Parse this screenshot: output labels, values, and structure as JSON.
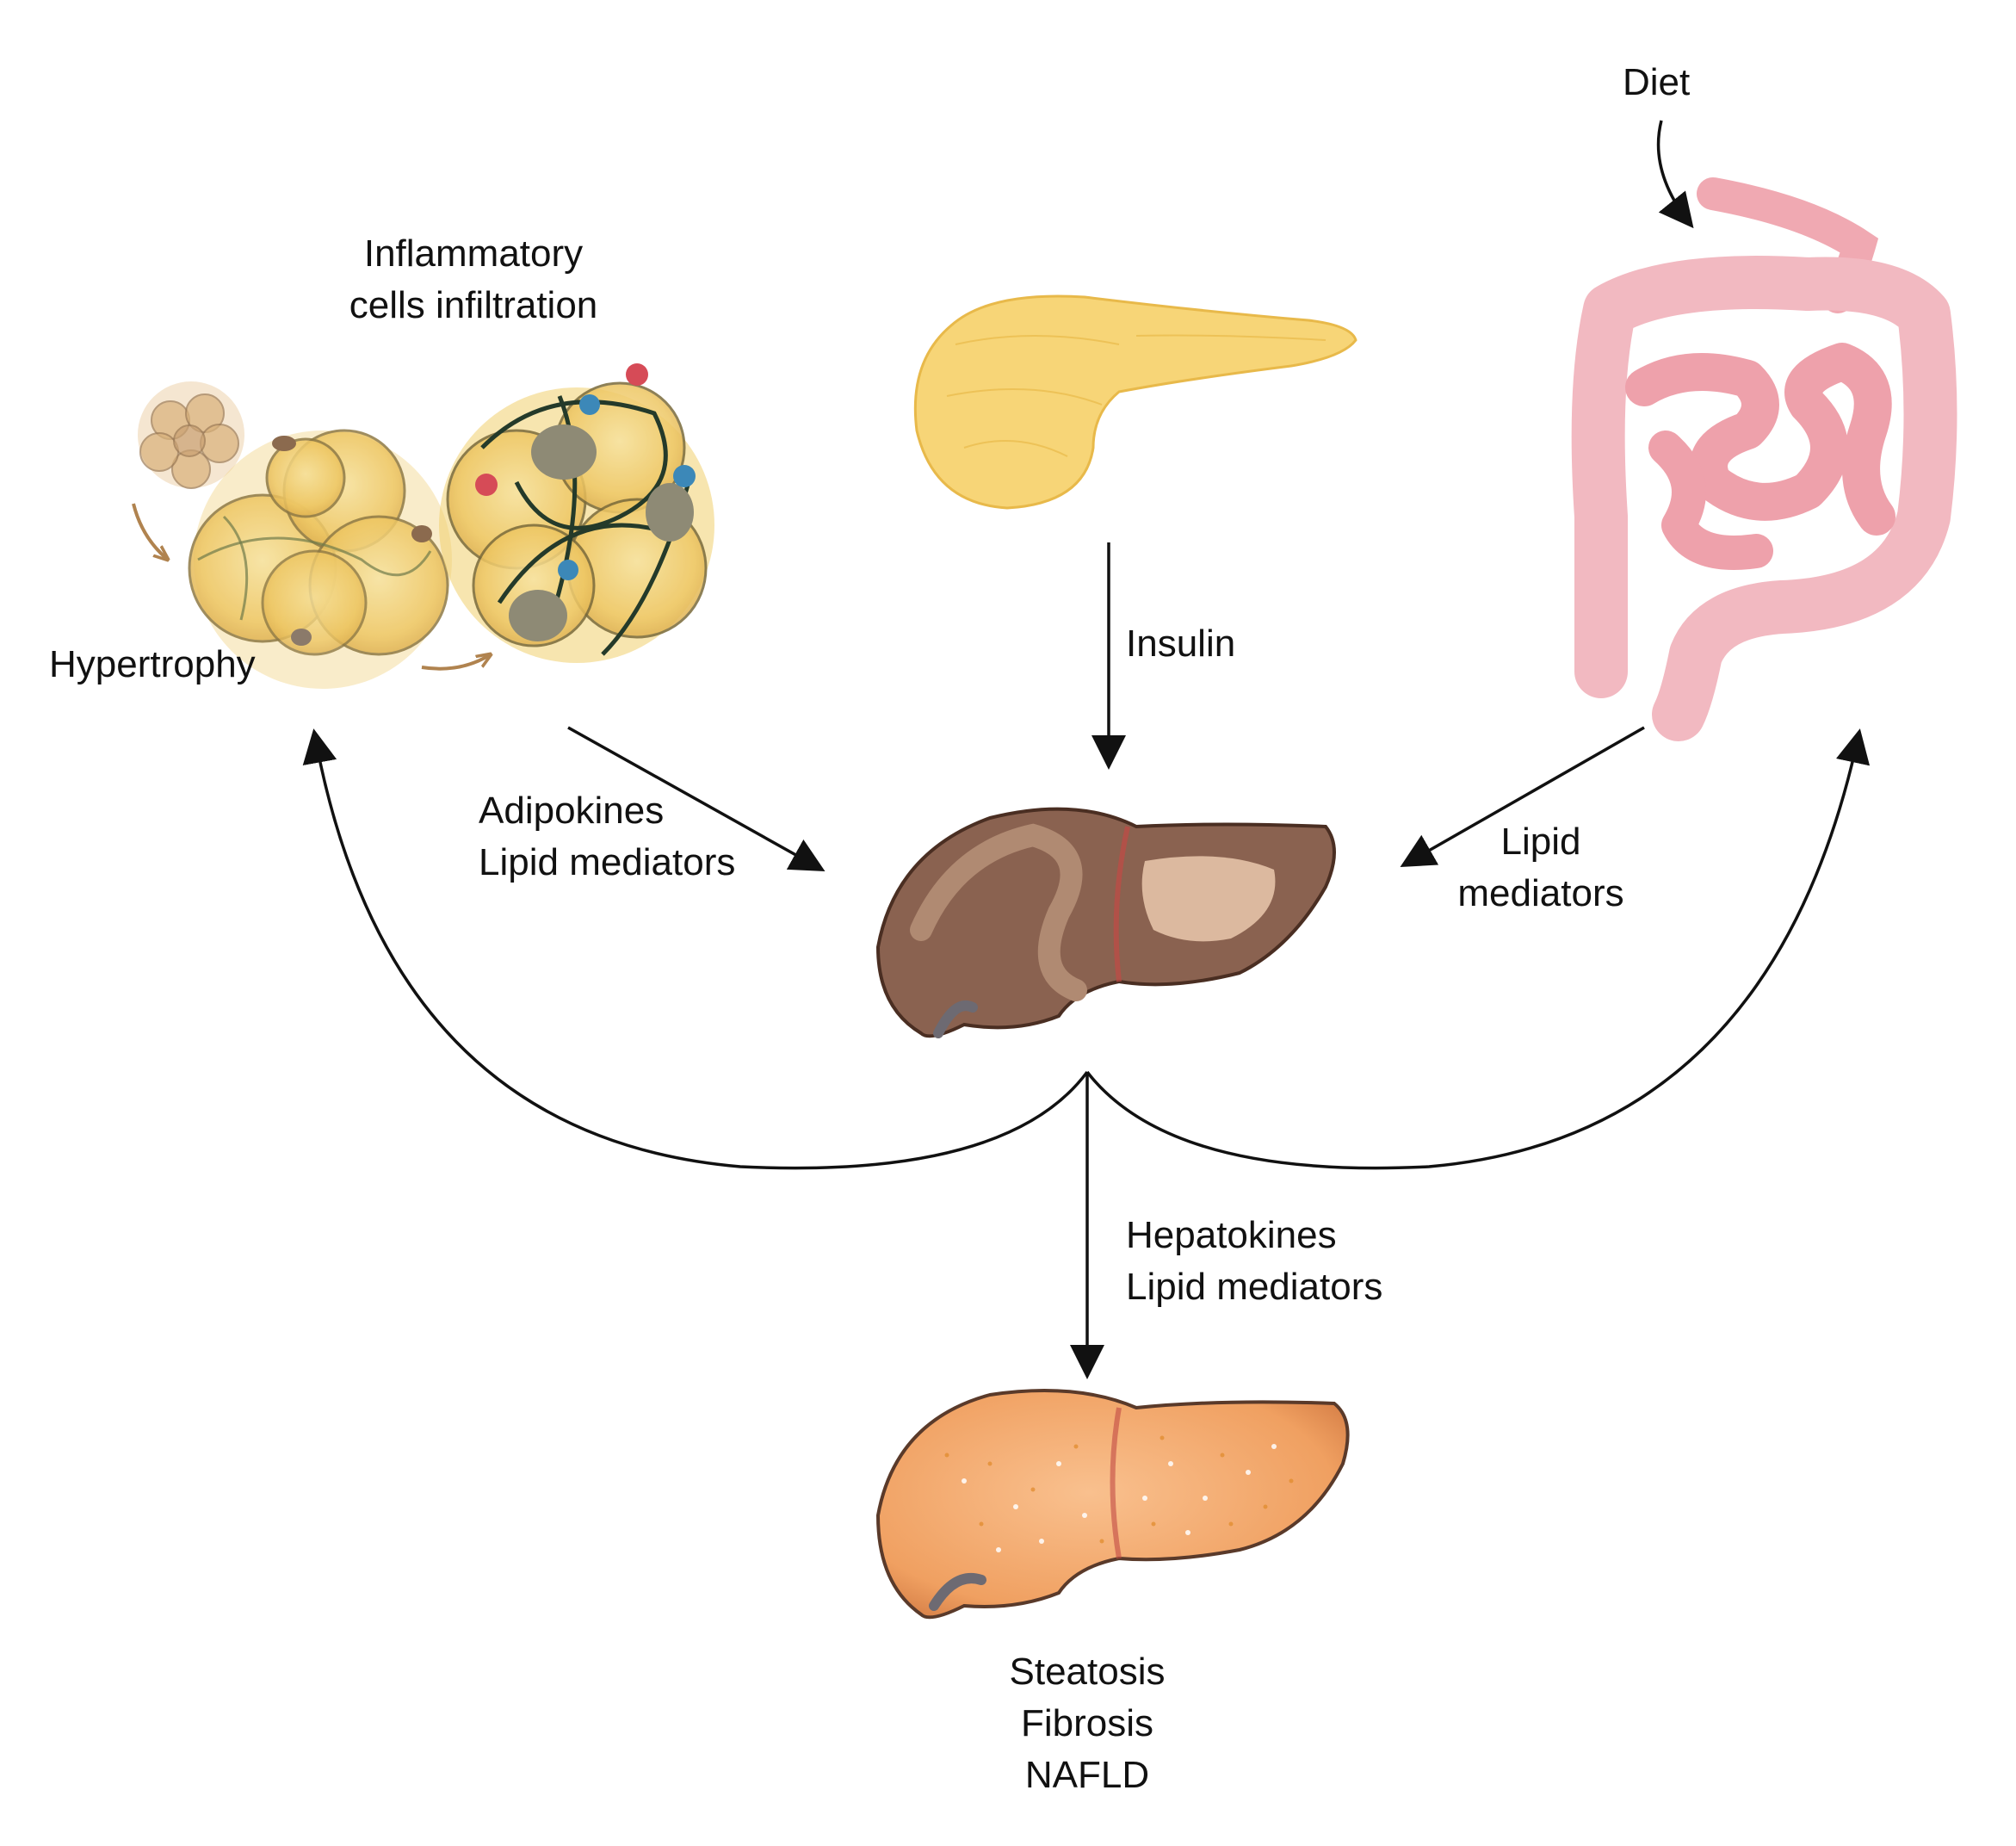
{
  "labels": {
    "diet": "Diet",
    "inflammatory": [
      "Inflammatory",
      "cells infiltration"
    ],
    "hypertrophy": "Hypertrophy",
    "insulin": "Insulin",
    "adipokines": [
      "Adipokines",
      "Lipid mediators"
    ],
    "gut_lipid": [
      "Lipid",
      "mediators"
    ],
    "hepatokines": [
      "Hepatokines",
      "Lipid mediators"
    ],
    "outcomes": [
      "Steatosis",
      "Fibrosis",
      "NAFLD"
    ]
  },
  "organs": {
    "adipose_small": "adipose-cluster-small",
    "adipose_hypertrophic": "adipose-tissue-hypertrophic",
    "adipose_inflamed": "adipose-tissue-inflamed",
    "pancreas": "pancreas",
    "intestine": "intestine",
    "liver_healthy": "liver",
    "liver_fatty": "fatty-liver"
  },
  "colors": {
    "arrow": "#111111",
    "hypertrophy_arrow": "#b0834f",
    "adipocyte": "#f0cf6e",
    "pancreas": "#f7d577",
    "intestine": "#f2b9c1",
    "liver": "#8a6250",
    "fatty_liver": "#f3a46a"
  }
}
